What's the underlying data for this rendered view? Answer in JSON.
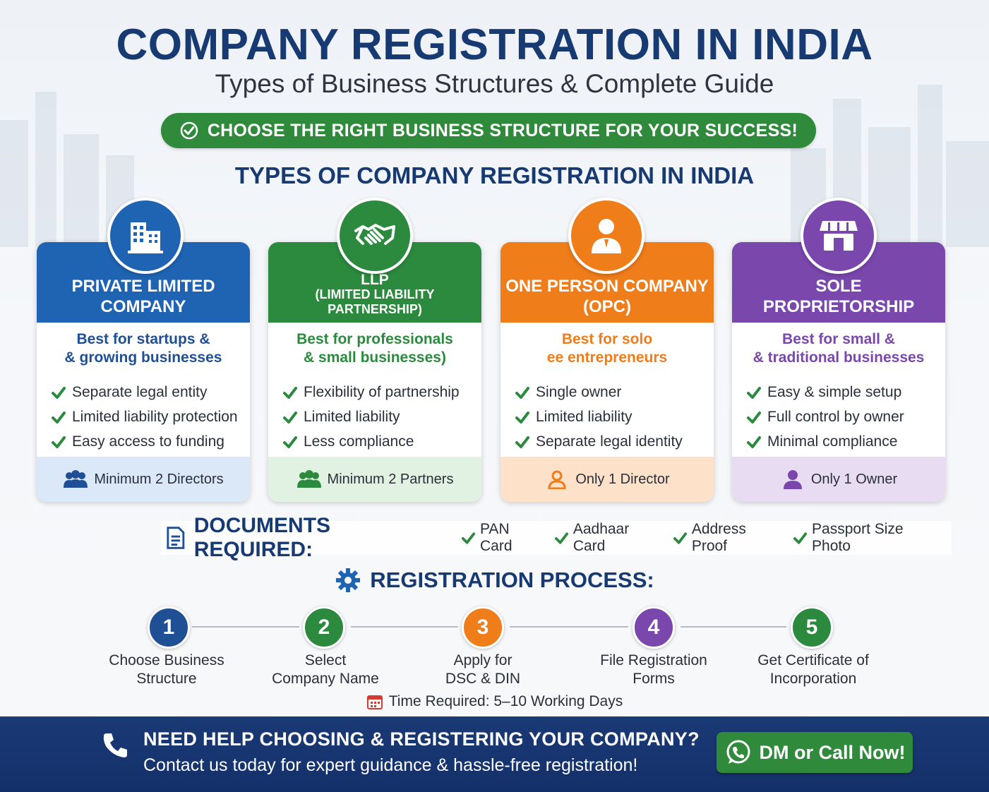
{
  "header": {
    "title": "COMPANY REGISTRATION IN INDIA",
    "subtitle": "Types of Business Structures & Complete Guide",
    "banner": "CHOOSE THE RIGHT BUSINESS STRUCTURE FOR YOUR SUCCESS!"
  },
  "types_title": "TYPES OF COMPANY REGISTRATION IN INDIA",
  "cards": [
    {
      "icon": "building-icon",
      "color": "#1f64b3",
      "tint": "#dbe8f7",
      "title1": "PRIVATE LIMITED",
      "title2": "COMPANY",
      "tag1": "Best for startups &",
      "tag2": "& growing businesses",
      "features": [
        "Separate legal entity",
        "Limited liability protection",
        "Easy access to funding"
      ],
      "footer": "Minimum 2 Directors"
    },
    {
      "icon": "handshake-icon",
      "color": "#2b8a3e",
      "tint": "#e1f1e2",
      "title1": "LLP",
      "title2": "(LIMITED LIABILITY",
      "title3": "PARTNERSHIP)",
      "tag1": "Best for professionals",
      "tag2": "& small businesses)",
      "features": [
        "Flexibility of partnership",
        "Limited liability",
        "Less compliance"
      ],
      "footer": "Minimum 2 Partners"
    },
    {
      "icon": "person-icon",
      "color": "#ef7d1a",
      "tint": "#fde2c9",
      "title1": "ONE PERSON COMPANY",
      "title2": "(OPC)",
      "tag1": "Best for solo",
      "tag2": "ee entrepreneurs",
      "features": [
        "Single owner",
        "Limited liability",
        "Separate legal identity"
      ],
      "footer": "Only 1 Director"
    },
    {
      "icon": "shop-icon",
      "color": "#7a47ad",
      "tint": "#e7dcf2",
      "title1": "SOLE",
      "title2": "PROPRIETORSHIP",
      "tag1": "Best for small &",
      "tag2": "& traditional businesses",
      "features": [
        "Easy & simple setup",
        "Full control by owner",
        "Minimal compliance"
      ],
      "footer": "Only 1 Owner"
    }
  ],
  "documents": {
    "title": "DOCUMENTS REQUIRED:",
    "items": [
      "PAN Card",
      "Aadhaar Card",
      "Address Proof",
      "Passport Size Photo"
    ]
  },
  "process": {
    "title": "REGISTRATION PROCESS:",
    "steps": [
      {
        "num": "1",
        "line1": "Choose Business",
        "line2": "Structure",
        "color": "#1f4f94"
      },
      {
        "num": "2",
        "line1": "Select",
        "line2": "Company Name",
        "color": "#2b8a3e"
      },
      {
        "num": "3",
        "line1": "Apply for",
        "line2": "DSC & DIN",
        "color": "#ef7d1a"
      },
      {
        "num": "4",
        "line1": "File Registration",
        "line2": "Forms",
        "color": "#7a47ad"
      },
      {
        "num": "5",
        "line1": "Get Certificate of",
        "line2": "Incorporation",
        "color": "#2b8a3e"
      }
    ],
    "time": "Time Required: 5–10 Working Days"
  },
  "footer": {
    "headline": "NEED HELP CHOOSING & REGISTERING YOUR COMPANY?",
    "subline": "Contact us today for expert guidance & hassle-free registration!",
    "cta": "DM or Call Now!"
  }
}
